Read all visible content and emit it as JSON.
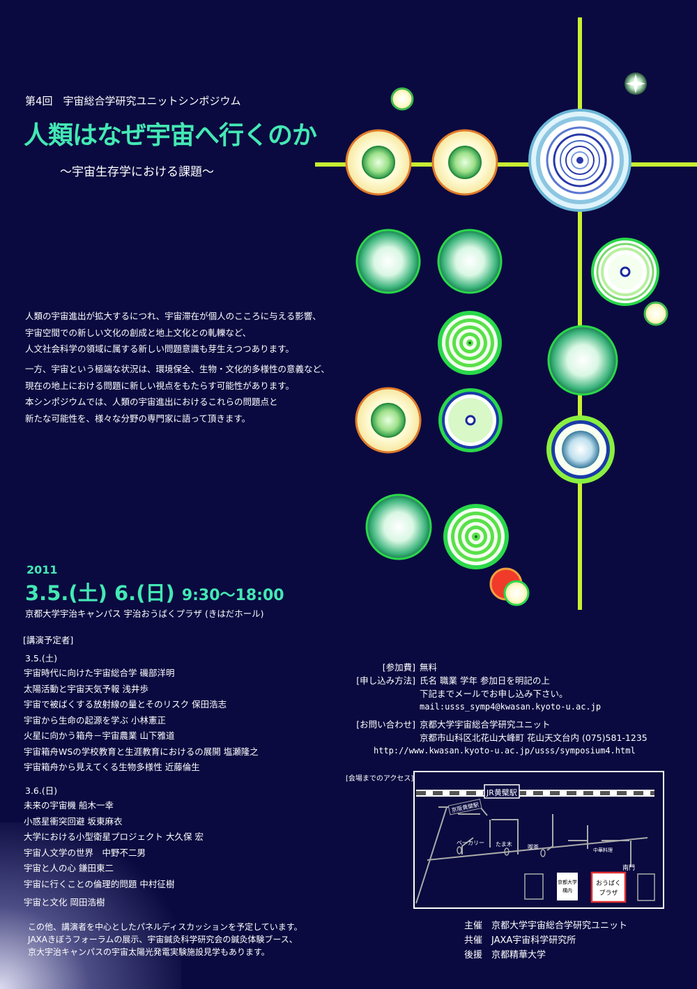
{
  "header": {
    "subtitle": "第4回　宇宙総合学研究ユニットシンポジウム",
    "title": "人類はなぜ宇宙へ行くのか",
    "subtitle2": "～宇宙生存学における課題～"
  },
  "intro": {
    "lines1": [
      "人類の宇宙進出が拡大するにつれ、宇宙滞在が個人のこころに与える影響、",
      "宇宙空間での新しい文化の創成と地上文化との軋轢など、",
      "人文社会科学の領域に属する新しい問題意識も芽生えつつあります。"
    ],
    "lines2": [
      "一方、宇宙という極端な状況は、環境保全、生物・文化的多様性の意義など、",
      "現在の地上における問題に新しい視点をもたらす可能性があります。",
      "本シンポジウムでは、人類の宇宙進出におけるこれらの問題点と",
      "新たな可能性を、様々な分野の専門家に語って頂きます。"
    ]
  },
  "event": {
    "year": "2011",
    "dates": "3.5.(土) 6.(日)",
    "time": "9:30～18:00",
    "venue": "京都大学宇治キャンパス 宇治おうばくプラザ (きはだホール)"
  },
  "lectures": {
    "heading": "[講演予定者]",
    "day1": "3.5.(土)",
    "day1_talks": [
      "宇宙時代に向けた宇宙総合学 磯部洋明",
      "太陽活動と宇宙天気予報 浅井歩",
      "宇宙で被ばくする放射線の量とそのリスク 保田浩志",
      "宇宙から生命の起源を学ぶ 小林憲正",
      "火星に向かう箱舟－宇宙農業 山下雅道",
      "宇宙箱舟WSの学校教育と生涯教育におけるの展開 塩瀬隆之",
      "宇宙箱舟から見えてくる生物多様性 近藤倫生"
    ],
    "day2": "3.6.(日)",
    "day2_talks": [
      "未来の宇宙機 船木一幸",
      "小惑星衝突回避 坂東麻衣",
      "大学における小型衛星プロジェクト 大久保 宏",
      "宇宙人文学の世界　中野不二男",
      "宇宙と人の心 鎌田東二",
      "宇宙に行くことの倫理的問題 中村征樹",
      "宇宙と文化 岡田浩樹"
    ],
    "notes": [
      "この他、講演者を中心としたパネルディスカッションを予定しています。",
      "JAXAきぼうフォーラムの展示、宇宙鍼灸科学研究会の鍼灸体験ブース、",
      "京大宇治キャンパスの宇宙太陽光発電実験施設見学もあります。"
    ]
  },
  "info": {
    "fee_label": "[参加費]",
    "fee": "無料",
    "apply_label": "[申し込み方法]",
    "apply1": "氏名 職業 学年 参加日を明記の上",
    "apply2": "下記までメールでお申し込み下さい。",
    "mail": "mail:usss_symp4@kwasan.kyoto-u.ac.jp",
    "contact_label": "[お問い合わせ]",
    "contact1": "京都大学宇宙総合学研究ユニット",
    "contact2": "京都市山科区北花山大峰町 花山天文台内 (075)581-1235",
    "url": "http://www.kwasan.kyoto-u.ac.jp/usss/symposium4.html"
  },
  "map": {
    "label": "[会場までのアクセス]",
    "station": "JR黄檗駅",
    "keihan": "京阪黄檗駅",
    "bakery": "ベーカリー",
    "tamaki": "たま木",
    "cafe": "喫茶",
    "chinese": "中華料理",
    "gate": "南門",
    "univ_line1": "京都大学",
    "univ_line2": "構内",
    "plaza_line1": "おうばく",
    "plaza_line2": "プラザ"
  },
  "sponsors": {
    "host": "主催　京都大学宇宙総合学研究ユニット",
    "cohost": "共催　JAXA宇宙科学研究所",
    "support": "後援　京都精華大学"
  }
}
